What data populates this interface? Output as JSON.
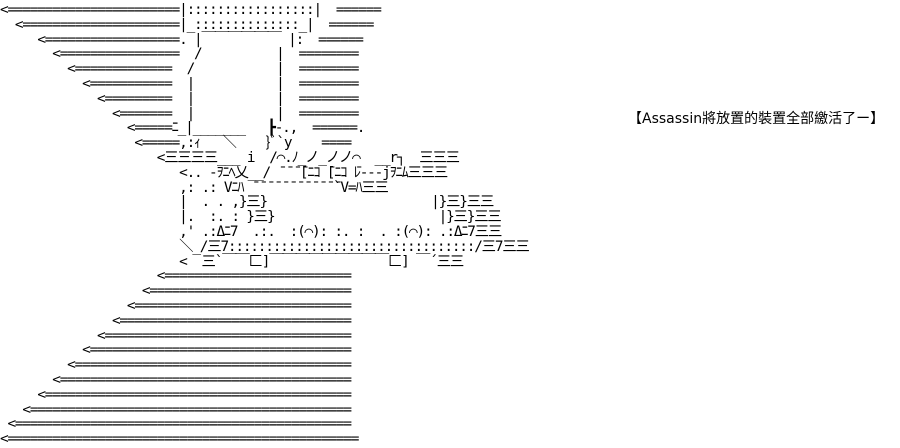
{
  "caption": "【Assassin將放置的裝置全部繳活了ー】",
  "art_lines": [
    "<=======================|:::::::::::::::::|  ======",
    "  <=====================|_::::::::::::::_|  ======",
    "     <==================. |￣￣￣￣￣￣ |:  ======",
    "       <================  /          |  ========",
    "         <=============  /           |  ========",
    "           <===========  |           |  ========",
    "             <=========  |           |  ========",
    "               <=======  |           |  ========",
    "                 <=====ﾆ_|_______   ┣-.,  ======.",
    "                  <=====,:ｨ   ＼    }ﾞ`y    ====",
    "                     <三三三三___ i  /⌒.ﾉ_ノ_ノノ⌒  __r┐  三三三",
    "                        <.. -ｦﾆﾍ乂__/ ̄ ̄ ̄ ̄[ﾆｺ ̄[ﾆｺ ̄ﾚ---jｦﾆﾑ三三三",
    "                        ,: .: Vﾆﾊ ̄ ̄ ̄ ̄ ̄ ̄ ̄ ̄ ̄ ̄ ̄ ̄`V=ﾊ三三",
    "                        |  . . ,}三}                      |}三}三三",
    "                        |.  :. : }三}                      |}三}三三",
    "                        ,' .:Δﾆ7  .:.  :(⌒): :. :  . :(⌒): .:Δﾆ7三三",
    "                        ＼_/三7:::::::::::::::::::::::::::::::::/三7三三",
    "                        <  三`￣￣匚]￣￣￣￣￣￣￣￣￣匚] ￣´三三",
    "                     <=========================",
    "                   <===========================",
    "                 <=============================",
    "               <===============================",
    "             <=================================",
    "           <===================================",
    "         <=====================================",
    "       <=======================================",
    "     <=========================================",
    "   <===========================================",
    " <=============================================",
    "<==============================================="
  ]
}
